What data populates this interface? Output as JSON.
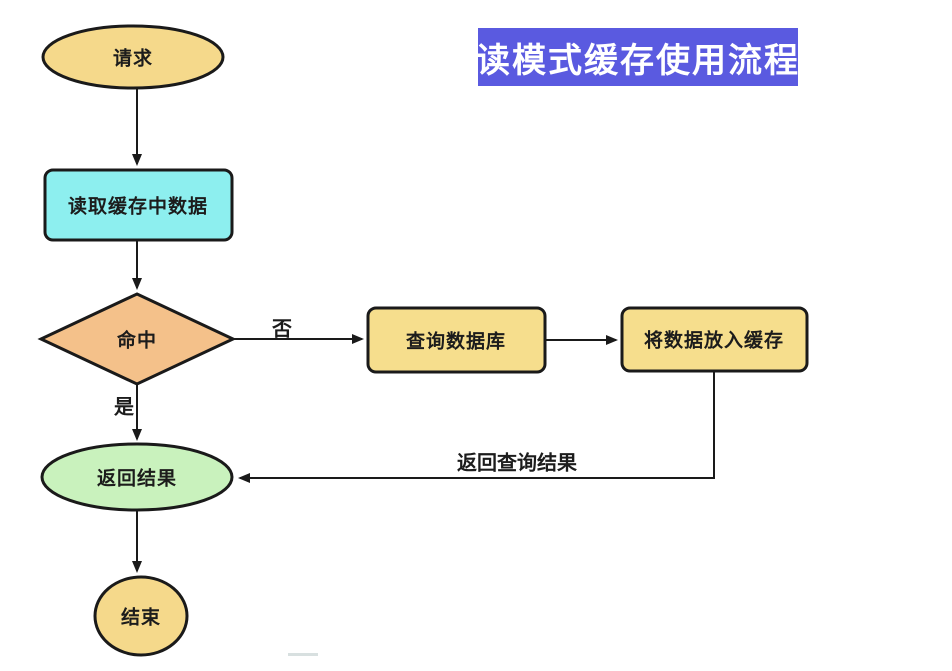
{
  "title": {
    "text": "读模式缓存使用流程",
    "bg_color": "#5a5ae0",
    "text_color": "#ffffff"
  },
  "nodes": [
    {
      "id": "start",
      "label": "请求",
      "shape": "ellipse",
      "fill": "#f5d98b"
    },
    {
      "id": "read-cache",
      "label": "读取缓存中数据",
      "shape": "rect",
      "fill": "#8defef"
    },
    {
      "id": "hit",
      "label": "命中",
      "shape": "diamond",
      "fill": "#f4c18a"
    },
    {
      "id": "query-db",
      "label": "查询数据库",
      "shape": "rect",
      "fill": "#f6de8d"
    },
    {
      "id": "put-cache",
      "label": "将数据放入缓存",
      "shape": "rect",
      "fill": "#f6de8d"
    },
    {
      "id": "return-result",
      "label": "返回结果",
      "shape": "ellipse",
      "fill": "#c9f2bd"
    },
    {
      "id": "end",
      "label": "结束",
      "shape": "circle",
      "fill": "#f5d98b"
    }
  ],
  "edge_labels": {
    "no": "否",
    "yes": "是",
    "return_query": "返回查询结果"
  },
  "colors": {
    "node_border": "#1a1a1a",
    "edge_stroke": "#1a1a1a",
    "background": "#ffffff",
    "label_text": "#1c1c1c"
  }
}
